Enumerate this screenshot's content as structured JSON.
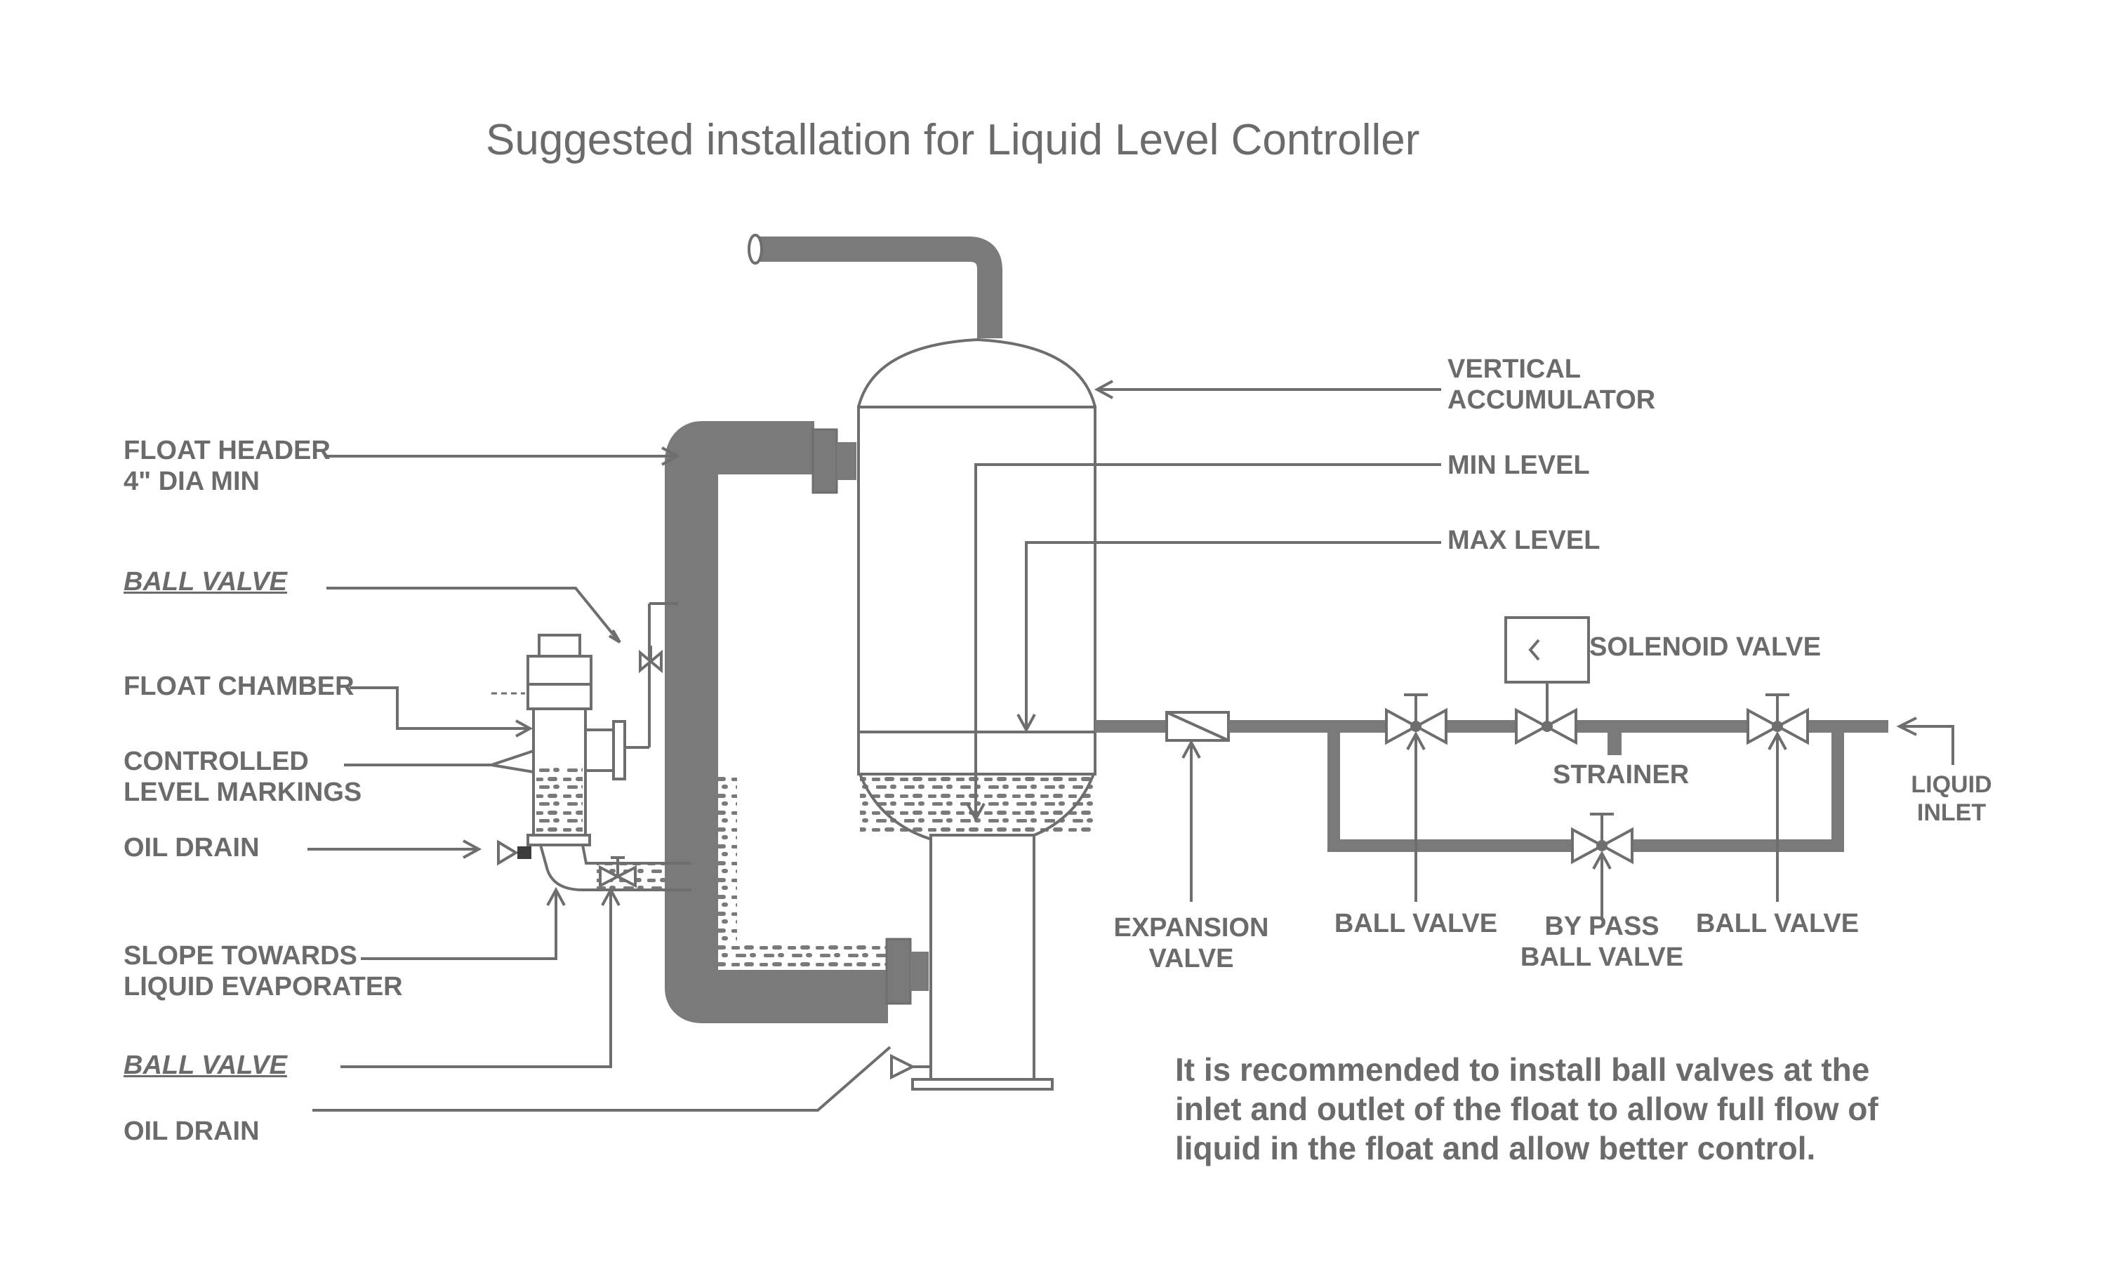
{
  "title": "Suggested installation for Liquid Level Controller",
  "labels": {
    "float_header_l1": "FLOAT HEADER",
    "float_header_l2": "4\" DIA MIN",
    "ball_valve_top": "BALL  VALVE",
    "float_chamber": "FLOAT CHAMBER",
    "controlled_l1": "CONTROLLED",
    "controlled_l2": "LEVEL MARKINGS",
    "oil_drain_left": "OIL DRAIN",
    "slope_l1": "SLOPE TOWARDS",
    "slope_l2": "LIQUID EVAPORATER",
    "ball_valve_bottom": "BALL VALVE",
    "oil_drain_bottom": "OIL DRAIN",
    "vertical_l1": "VERTICAL",
    "vertical_l2": "ACCUMULATOR",
    "min_level": "MIN LEVEL",
    "max_level": "MAX LEVEL",
    "solenoid_valve": "SOLENOID VALVE",
    "strainer": "STRAINER",
    "liquid_inlet_l1": "LIQUID",
    "liquid_inlet_l2": "INLET",
    "expansion_l1": "EXPANSION",
    "expansion_l2": "VALVE",
    "ball_valve_1": "BALL VALVE",
    "bypass_l1": "BY PASS",
    "bypass_l2": "BALL VALVE",
    "ball_valve_2": "BALL VALVE"
  },
  "note": {
    "line1": "It is recommended to install ball valves at the",
    "line2": "inlet and outlet of the float to allow full flow of",
    "line3": "liquid in the float and allow better control."
  },
  "colors": {
    "text": "#6b6b6b",
    "pipe": "#7a7a7a",
    "stroke": "#6e6e6e"
  }
}
